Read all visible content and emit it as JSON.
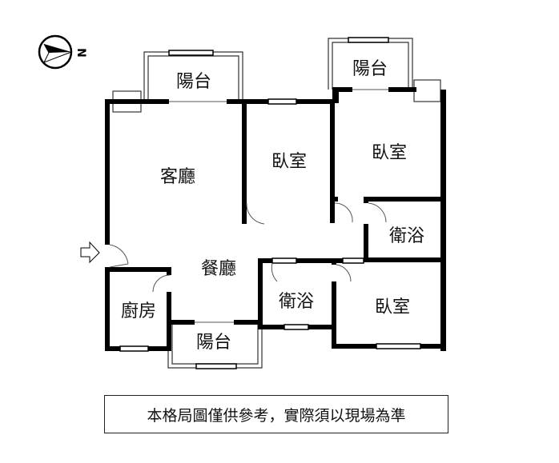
{
  "compass": {
    "direction_label": "N"
  },
  "rooms": {
    "balcony_living": "陽台",
    "balcony_bedroom": "陽台",
    "living_room": "客廳",
    "bedroom_1": "臥室",
    "bedroom_2": "臥室",
    "bathroom_1": "衛浴",
    "dining_room": "餐廳",
    "bathroom_2": "衛浴",
    "bedroom_3": "臥室",
    "kitchen": "廚房",
    "balcony_dining": "陽台"
  },
  "disclaimer": "本格局圖僅供參考，實際須以現場為準"
}
